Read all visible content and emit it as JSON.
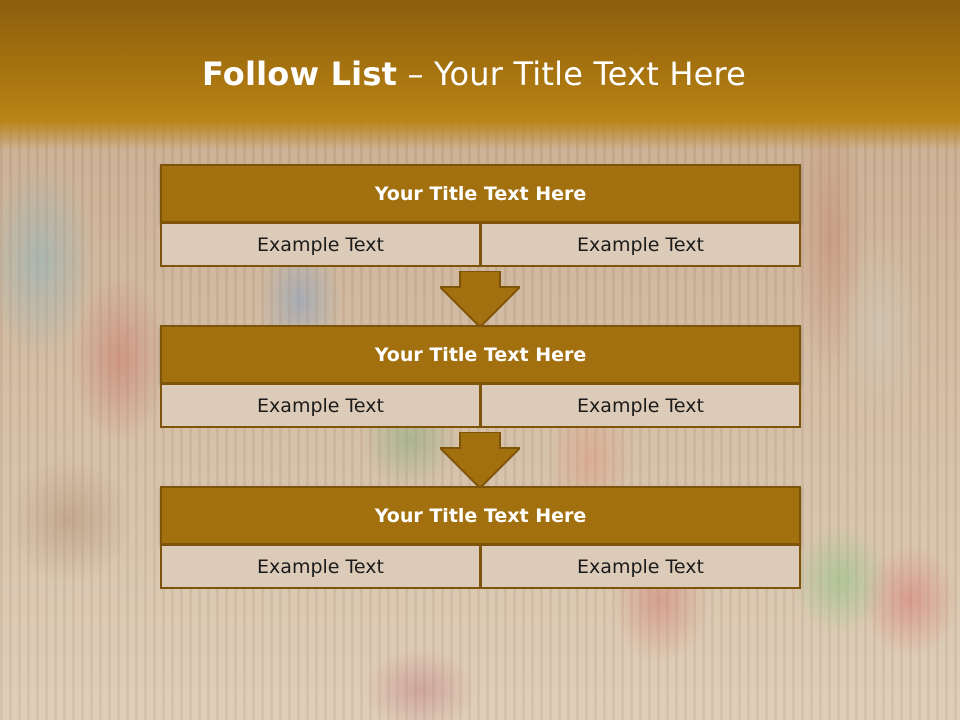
{
  "slide": {
    "title_bold": "Follow List",
    "title_rest": " – Your Title Text Here",
    "colors": {
      "header": "#a3700f",
      "cell": "#dccbb8",
      "border": "#7d5409"
    },
    "blocks": [
      {
        "heading": "Your Title Text Here",
        "left_text": "Example Text",
        "right_text": "Example Text"
      },
      {
        "heading": "Your Title Text Here",
        "left_text": "Example Text",
        "right_text": "Example Text"
      },
      {
        "heading": "Your Title Text Here",
        "left_text": "Example Text",
        "right_text": "Example Text"
      }
    ],
    "arrows": [
      "arrow-down-icon",
      "arrow-down-icon"
    ]
  }
}
